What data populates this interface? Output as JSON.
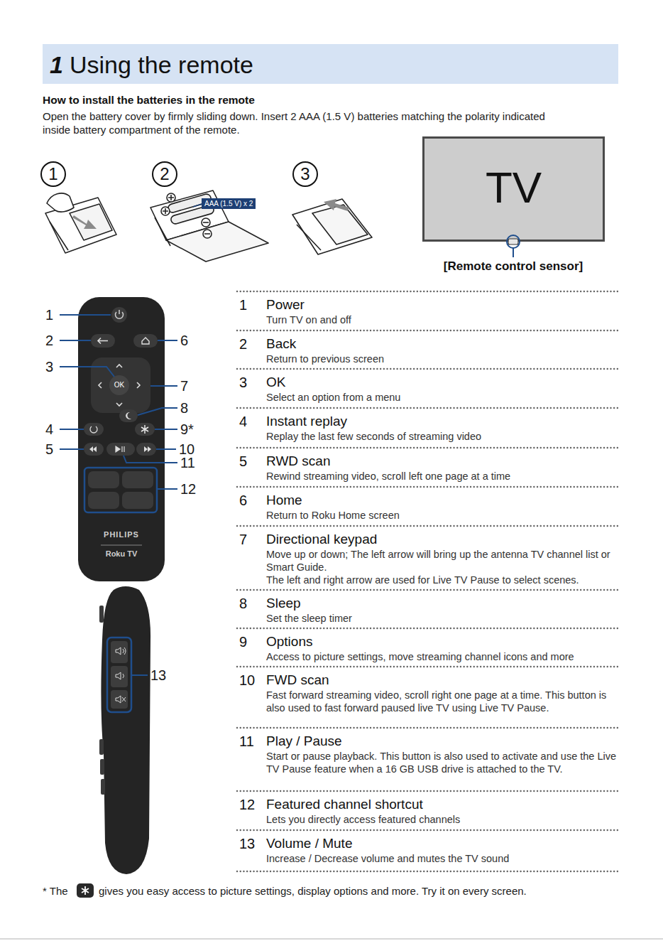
{
  "diagram": {
    "title": "Using the remote",
    "nodes": [
      {
        "text": [
          "1"
        ]
      },
      {
        "text": [
          "2"
        ]
      },
      {
        "text": [
          "3"
        ]
      },
      {
        "text": [
          "AAA (1.5 V) x 2"
        ]
      },
      {
        "text": [
          "TV"
        ]
      },
      {
        "text": [
          "1",
          "Power",
          "Turn TV on and off"
        ]
      },
      {
        "text": [
          "2",
          "Back",
          "Return to previous screen"
        ]
      },
      {
        "text": [
          "3",
          "OK",
          "Select an option from a menu"
        ]
      },
      {
        "text": [
          "4",
          "Instant replay",
          "Replay the last few seconds of streaming video"
        ]
      },
      {
        "text": [
          "5",
          "RWD scan",
          "Rewind streaming video, scroll left one page at a time"
        ]
      },
      {
        "text": [
          "6",
          "Home",
          "Return to Roku Home screen"
        ]
      },
      {
        "text": [
          "7",
          "Directional keypad",
          "Move up or down; The left arrow will bring up the antenna TV channel list or Smart Guide.",
          "The left and right arrow are used for Live TV Pause to select scenes."
        ]
      },
      {
        "text": [
          "8",
          "Sleep",
          "Set the sleep timer"
        ]
      },
      {
        "text": [
          "9",
          "Options",
          "Access to picture settings, move streaming channel icons and more"
        ]
      },
      {
        "text": [
          "10",
          "FWD scan",
          "Fast forward streaming video, scroll right one page at a time. This button is also used to fast forward paused live TV using Live TV Pause."
        ]
      },
      {
        "text": [
          "11",
          "Play / Pause",
          "Start or pause playback. This button is also used to activate and use the Live TV Pause feature when a 16 GB USB drive is attached to the TV."
        ]
      },
      {
        "text": [
          "12",
          "Featured channel shortcut",
          "Lets you directly access featured channels"
        ]
      },
      {
        "text": [
          "13",
          "Volume / Mute",
          "Increase / Decrease volume and mutes the TV sound"
        ]
      }
    ],
    "labels": [
      "1",
      "How to install the batteries in the remote",
      "Open the battery cover by firmly sliding down. Insert 2 AAA (1.5 V) batteries matching the polarity indicated inside battery compartment of the remote.",
      "[Remote control sensor]",
      "1",
      "2",
      "3",
      "4",
      "5",
      "6",
      "7",
      "8",
      "9*",
      "10",
      "11",
      "12",
      "13",
      "OK",
      "PHILIPS",
      "Roku TV",
      "* The",
      "gives you easy access to picture settings, display options and more. Try it on every screen."
    ]
  }
}
